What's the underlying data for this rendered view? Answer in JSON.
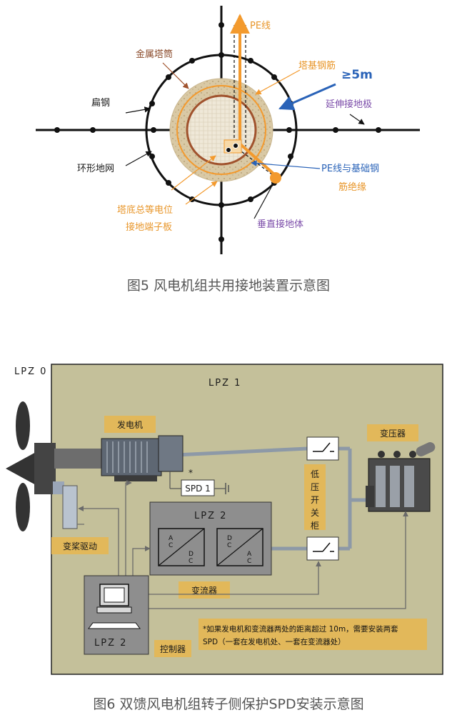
{
  "figure5": {
    "caption": "图5 风电机组共用接地装置示意图",
    "labels": {
      "pe_line": "PE线",
      "metal_tower": "金属塔筒",
      "foundation_rebar": "塔基钢筋",
      "distance": "≥5m",
      "flat_steel": "扁钢",
      "extended_electrode": "延伸接地极",
      "ring_grid": "环形地网",
      "pe_insulation_line1": "PE线与基础钢",
      "pe_insulation_line2": "筋绝缘",
      "terminal_line1": "塔底总等电位",
      "terminal_line2": "接地端子板",
      "vertical_electrode": "垂直接地体"
    },
    "colors": {
      "orange": "#f39a2e",
      "blue": "#2a63b8",
      "brown": "#a0522d",
      "purple": "#7a4aa8"
    }
  },
  "figure6": {
    "caption": "图6 双馈风电机组转子侧保护SPD安装示意图",
    "zones": {
      "lpz0": "LPZ 0",
      "lpz1": "LPZ 1",
      "lpz2_converter": "LPZ 2",
      "lpz2_controller": "LPZ 2"
    },
    "labels": {
      "generator": "发电机",
      "transformer": "变压器",
      "spd1": "SPD 1",
      "spd_star": "*",
      "lv_switchgear": "低压开关柜",
      "pitch_drive": "变桨驱动",
      "converter": "变流器",
      "controller": "控制器",
      "conv1_top": "A\nC",
      "conv1_bot": "D\nC",
      "conv2_top": "D\nC",
      "conv2_bot": "A\nC"
    },
    "note_line1": "*如果发电机和变流器两处的距离超过 10m，需要安装两套",
    "note_line2": "SPD（一套在发电机处、一套在变流器处）",
    "colors": {
      "panel": "#c4c09a",
      "inner": "#8e8e8e",
      "label_bg": "#e2b85a",
      "line": "#6a6a6a"
    }
  }
}
